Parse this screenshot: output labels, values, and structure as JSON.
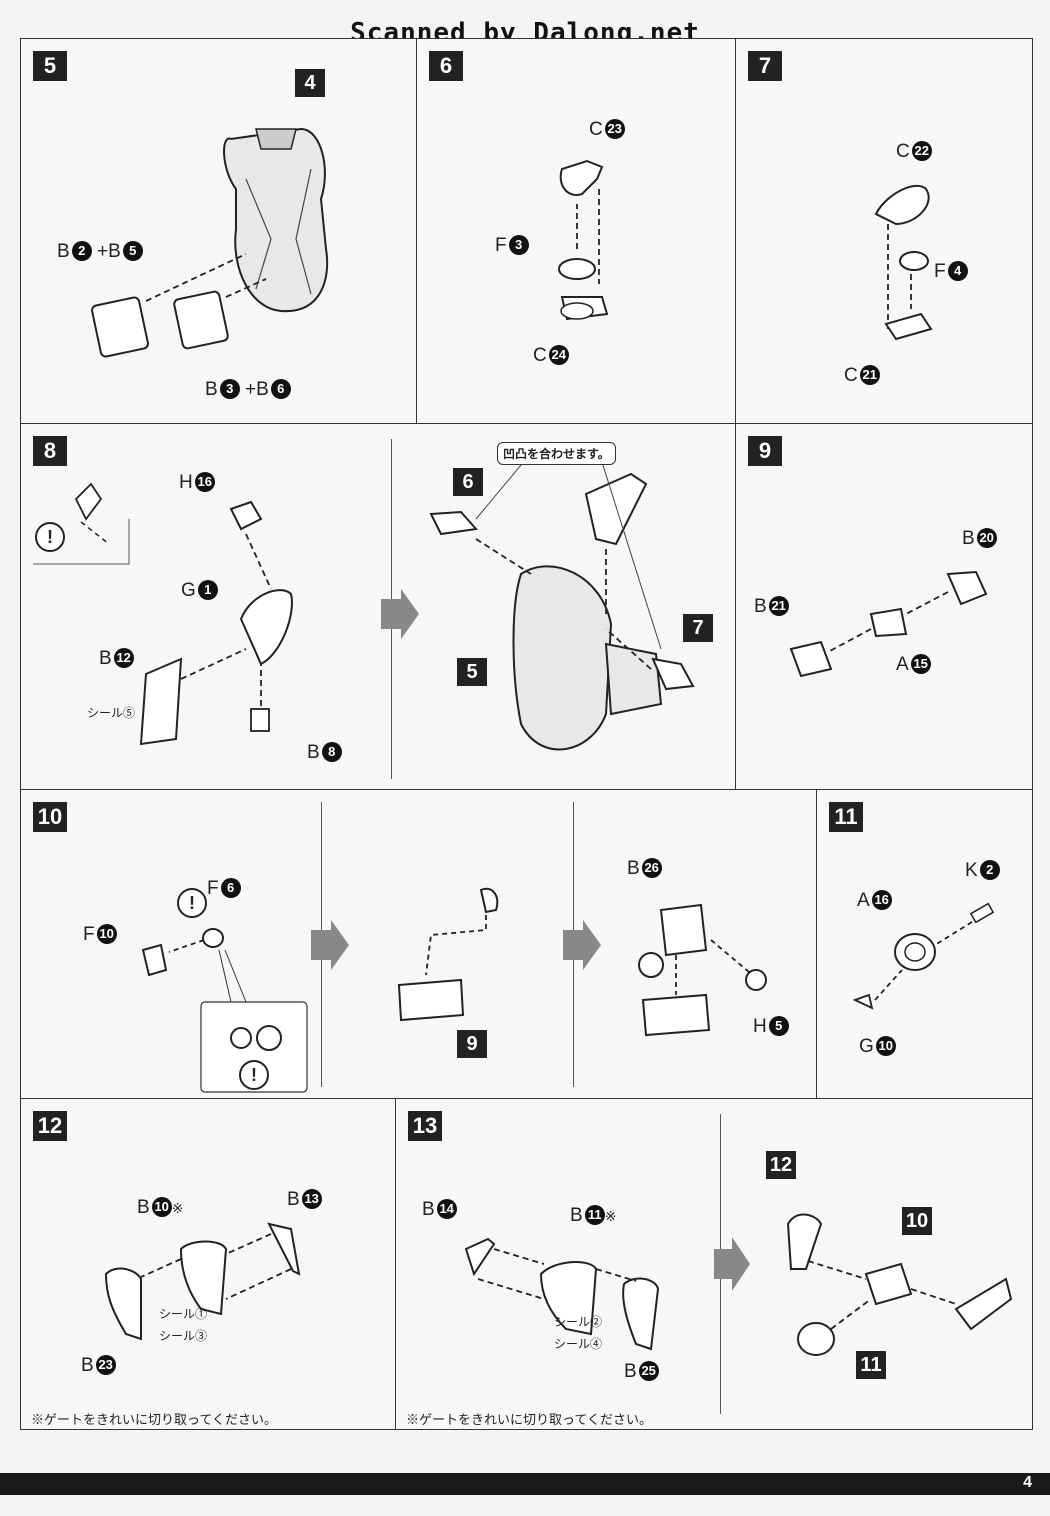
{
  "watermark": "Scanned by Dalong.net",
  "page_number": "4",
  "steps": {
    "s5": {
      "num": "5",
      "ref": "4",
      "label_a": "B",
      "a1": "2",
      "plus1": "+B",
      "a2": "5",
      "label_b": "B",
      "b1": "3",
      "plus2": "+B",
      "b2": "6"
    },
    "s6": {
      "num": "6",
      "p1": "C",
      "p1n": "23",
      "p2": "F",
      "p2n": "3",
      "p3": "C",
      "p3n": "24"
    },
    "s7": {
      "num": "7",
      "p1": "C",
      "p1n": "22",
      "p2": "F",
      "p2n": "4",
      "p3": "C",
      "p3n": "21"
    },
    "s8": {
      "num": "8",
      "h": "H",
      "hn": "16",
      "g": "G",
      "gn": "1",
      "b12": "B",
      "b12n": "12",
      "seal": "シール⑤",
      "b8": "B",
      "b8n": "8",
      "callout": "凹凸を合わせます。",
      "ref6": "6",
      "ref5": "5",
      "ref7": "7"
    },
    "s9": {
      "num": "9",
      "b20": "B",
      "b20n": "20",
      "b21": "B",
      "b21n": "21",
      "a15": "A",
      "a15n": "15"
    },
    "s10": {
      "num": "10",
      "f6": "F",
      "f6n": "6",
      "f10": "F",
      "f10n": "10",
      "ref9": "9",
      "b26": "B",
      "b26n": "26",
      "h5": "H",
      "h5n": "5"
    },
    "s11": {
      "num": "11",
      "k": "K",
      "kn": "2",
      "a": "A",
      "an": "16",
      "g": "G",
      "gn": "10"
    },
    "s12": {
      "num": "12",
      "b10": "B",
      "b10n": "10",
      "mark": "※",
      "b13": "B",
      "b13n": "13",
      "seal1": "シール①",
      "seal3": "シール③",
      "b23": "B",
      "b23n": "23",
      "note": "※ゲートをきれいに切り取ってください。"
    },
    "s13": {
      "num": "13",
      "b14": "B",
      "b14n": "14",
      "b11": "B",
      "b11n": "11",
      "mark": "※",
      "seal2": "シール②",
      "seal4": "シール④",
      "b25": "B",
      "b25n": "25",
      "note": "※ゲートをきれいに切り取ってください。",
      "ref12": "12",
      "ref10": "10",
      "ref11": "11"
    }
  },
  "warning_symbol": "!",
  "colors": {
    "ink": "#222222",
    "paper": "#f7f7f5",
    "footer": "#1a1a1a"
  }
}
